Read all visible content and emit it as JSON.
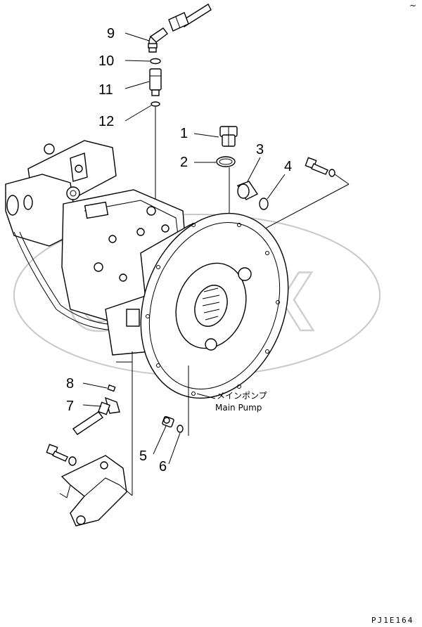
{
  "callouts": {
    "c1": "1",
    "c2": "2",
    "c3": "3",
    "c4": "4",
    "c5": "5",
    "c6": "6",
    "c7": "7",
    "c8": "8",
    "c9": "9",
    "c10": "10",
    "c11": "11",
    "c12": "12"
  },
  "caption": {
    "jp": "メインポンプ",
    "en": "Main Pump"
  },
  "drawing_code": "PJ1E164",
  "corner_mark": "~",
  "watermark_text": "CHEX",
  "colors": {
    "ink": "#000000",
    "paper": "#ffffff",
    "watermark": "#c8c8c8"
  }
}
